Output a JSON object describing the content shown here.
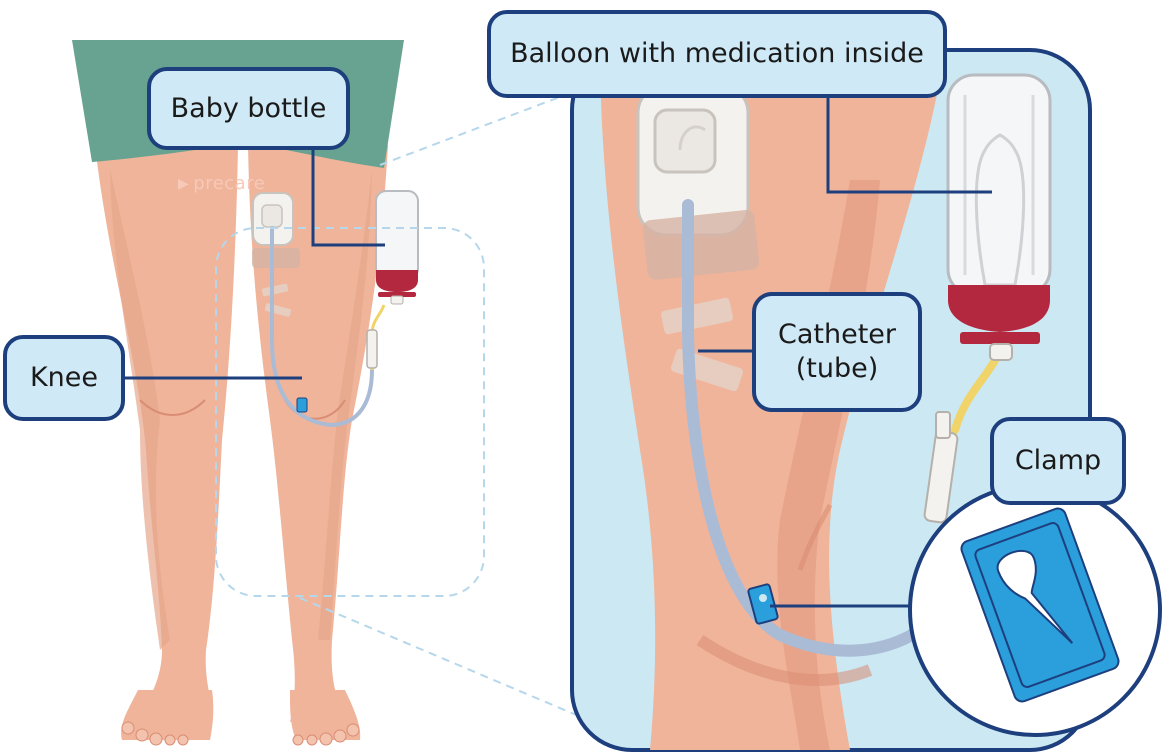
{
  "labels": {
    "baby_bottle": "Baby bottle",
    "balloon": "Balloon with medication inside",
    "knee": "Knee",
    "catheter_line1": "Catheter",
    "catheter_line2": "(tube)",
    "clamp": "Clamp"
  },
  "watermark": "precare",
  "colors": {
    "skin": "#efb49a",
    "skin_shadow": "#e29a80",
    "shorts": "#67a390",
    "callout_fill": "#cfeaf6",
    "callout_border": "#1d3f7e",
    "magnified_background": "#cbe8f3",
    "medication": "#b3283f",
    "catheter_tube": "#aabbd6",
    "clamp_blue": "#2a9fdc",
    "extension_tube_yellow": "#f0d46a"
  }
}
